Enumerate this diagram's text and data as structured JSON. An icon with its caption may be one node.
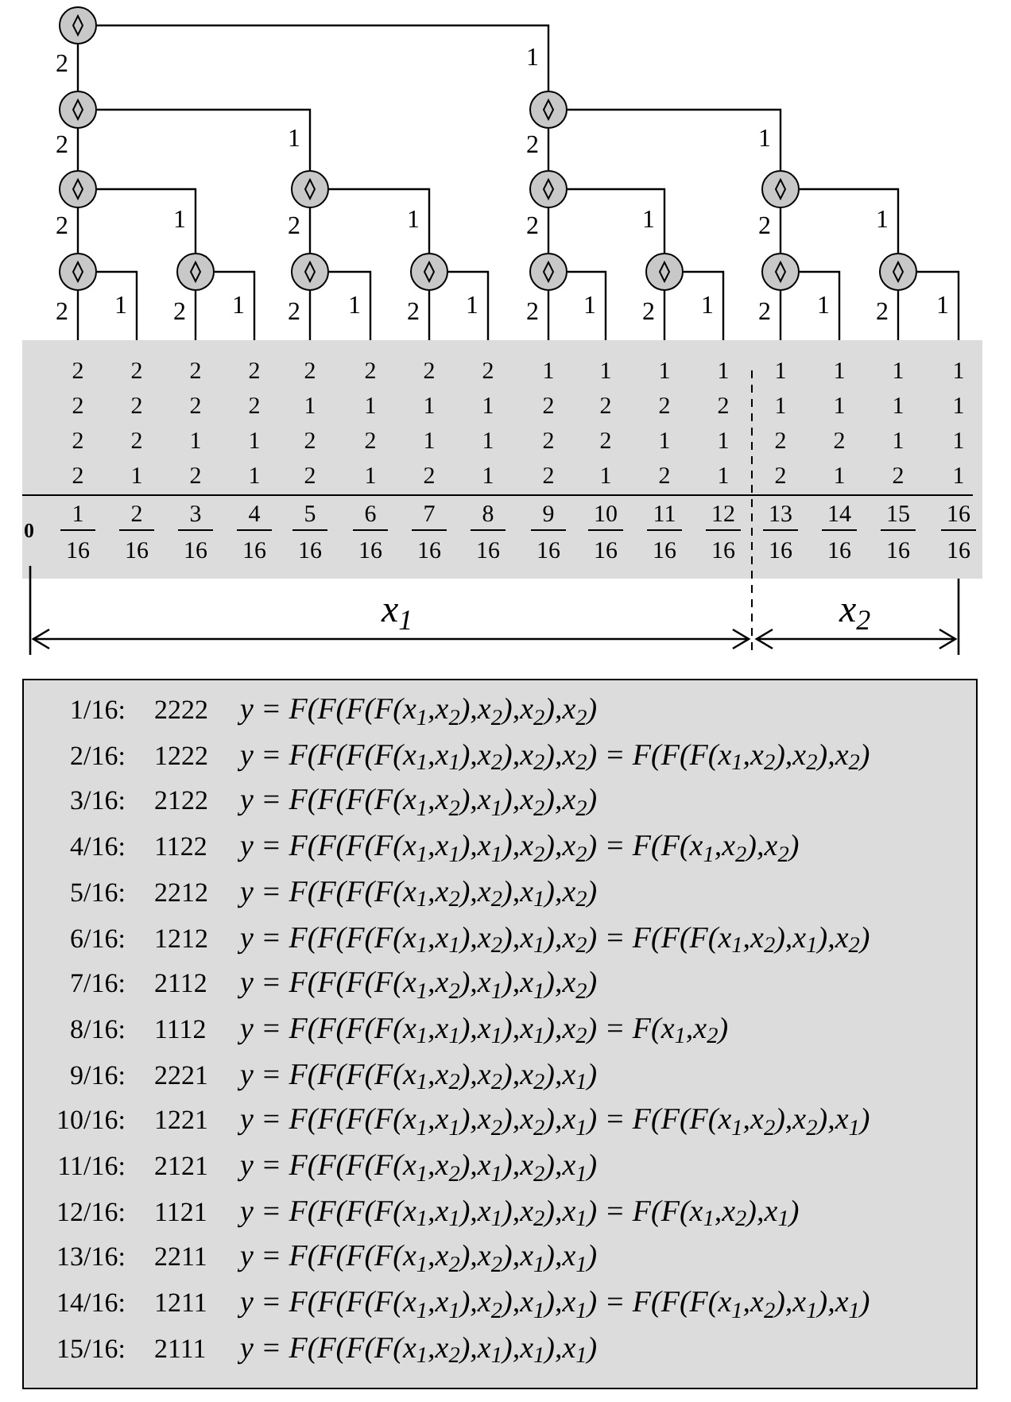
{
  "diagram": {
    "nodes": [
      {
        "text": [],
        "shape": "circle"
      },
      {
        "text": [],
        "shape": "circle"
      },
      {
        "text": [],
        "shape": "circle"
      },
      {
        "text": [],
        "shape": "circle"
      },
      {
        "text": [],
        "shape": "circle"
      },
      {
        "text": [],
        "shape": "circle"
      },
      {
        "text": [],
        "shape": "circle"
      },
      {
        "text": [],
        "shape": "circle"
      },
      {
        "text": [],
        "shape": "circle"
      },
      {
        "text": [],
        "shape": "circle"
      },
      {
        "text": [],
        "shape": "circle"
      },
      {
        "text": [],
        "shape": "circle"
      },
      {
        "text": [],
        "shape": "circle"
      },
      {
        "text": [],
        "shape": "circle"
      },
      {
        "text": [],
        "shape": "circle"
      },
      {
        "text": [
          "2",
          "2",
          "2",
          "2",
          "2",
          "2",
          "2",
          "2",
          "1",
          "1",
          "1",
          "1",
          "1",
          "1",
          "1",
          "1",
          "2",
          "2",
          "2",
          "2",
          "1",
          "1",
          "1",
          "1",
          "2",
          "2",
          "2",
          "2",
          "1",
          "1",
          "1",
          "1",
          "2",
          "2",
          "1",
          "1",
          "2",
          "2",
          "1",
          "1",
          "2",
          "2",
          "1",
          "1",
          "2",
          "2",
          "1",
          "1",
          "2",
          "1",
          "2",
          "1",
          "2",
          "1",
          "2",
          "1",
          "2",
          "1",
          "2",
          "1",
          "2",
          "1",
          "2",
          "1",
          "0",
          "1",
          "16",
          "2",
          "16",
          "3",
          "16",
          "4",
          "16",
          "5",
          "16",
          "6",
          "16",
          "7",
          "16",
          "8",
          "16",
          "9",
          "16",
          "10",
          "16",
          "11",
          "16",
          "12",
          "16",
          "13",
          "16",
          "14",
          "16",
          "15",
          "16",
          "16",
          "16"
        ]
      },
      {
        "text": [
          "1/16:",
          "2222",
          "y = F(F(F(F(x$_{1}$,x$_{2}$),x$_{2}$),x$_{2}$),x$_{2}$)",
          "2/16:",
          "1222",
          "y = F(F(F(F(x$_{1}$,x$_{1}$),x$_{2}$),x$_{2}$),x$_{2}$) = F(F(F(x$_{1}$,x$_{2}$),x$_{2}$),x$_{2}$)",
          "3/16:",
          "2122",
          "y = F(F(F(F(x$_{1}$,x$_{2}$),x$_{1}$),x$_{2}$),x$_{2}$)",
          "4/16:",
          "1122",
          "y = F(F(F(F(x$_{1}$,x$_{1}$),x$_{1}$),x$_{2}$),x$_{2}$) = F(F(x$_{1}$,x$_{2}$),x$_{2}$)",
          "5/16:",
          "2212",
          "y = F(F(F(F(x$_{1}$,x$_{2}$),x$_{2}$),x$_{1}$),x$_{2}$)",
          "6/16:",
          "1212",
          "y = F(F(F(F(x$_{1}$,x$_{1}$),x$_{2}$),x$_{1}$),x$_{2}$) = F(F(F(x$_{1}$,x$_{2}$),x$_{1}$),x$_{2}$)",
          "7/16:",
          "2112",
          "y = F(F(F(F(x$_{1}$,x$_{2}$),x$_{1}$),x$_{1}$),x$_{2}$)",
          "8/16:",
          "1112",
          "y = F(F(F(F(x$_{1}$,x$_{1}$),x$_{1}$),x$_{1}$),x$_{2}$) = F(x$_{1}$,x$_{2}$)",
          "9/16:",
          "2221",
          "y = F(F(F(F(x$_{1}$,x$_{2}$),x$_{2}$),x$_{2}$),x$_{1}$)",
          "10/16:",
          "1221",
          "y = F(F(F(F(x$_{1}$,x$_{1}$),x$_{2}$),x$_{2}$),x$_{1}$) = F(F(F(x$_{1}$,x$_{2}$),x$_{2}$),x$_{1}$)",
          "11/16:",
          "2121",
          "y = F(F(F(F(x$_{1}$,x$_{2}$),x$_{1}$),x$_{2}$),x$_{1}$)",
          "12/16:",
          "1121",
          "y = F(F(F(F(x$_{1}$,x$_{1}$),x$_{1}$),x$_{2}$),x$_{1}$) = F(F(x$_{1}$,x$_{2}$),x$_{1}$)",
          "13/16:",
          "2211",
          "y = F(F(F(F(x$_{1}$,x$_{2}$),x$_{2}$),x$_{1}$),x$_{1}$)",
          "14/16:",
          "1211",
          "y = F(F(F(F(x$_{1}$,x$_{1}$),x$_{2}$),x$_{1}$),x$_{1}$) = F(F(F(x$_{1}$,x$_{2}$),x$_{1}$),x$_{1}$)",
          "15/16:",
          "2111",
          "y = F(F(F(F(x$_{1}$,x$_{2}$),x$_{1}$),x$_{1}$),x$_{1}$)"
        ]
      }
    ],
    "edges": [
      {
        "from": 0,
        "to": 1,
        "arrow": "none",
        "label": "2"
      },
      {
        "from": 0,
        "to": 2,
        "arrow": "none",
        "label": "1"
      },
      {
        "from": 1,
        "to": 3,
        "arrow": "none",
        "label": "2"
      },
      {
        "from": 1,
        "to": 4,
        "arrow": "none",
        "label": "1"
      },
      {
        "from": 2,
        "to": 5,
        "arrow": "none",
        "label": "2"
      },
      {
        "from": 2,
        "to": 6,
        "arrow": "none",
        "label": "1"
      },
      {
        "from": 3,
        "to": 7,
        "arrow": "none",
        "label": "2"
      },
      {
        "from": 3,
        "to": 8,
        "arrow": "none",
        "label": "1"
      },
      {
        "from": 4,
        "to": 9,
        "arrow": "none",
        "label": "2"
      },
      {
        "from": 4,
        "to": 10,
        "arrow": "none",
        "label": "1"
      },
      {
        "from": 5,
        "to": 11,
        "arrow": "none",
        "label": "2"
      },
      {
        "from": 5,
        "to": 12,
        "arrow": "none",
        "label": "1"
      },
      {
        "from": 6,
        "to": 13,
        "arrow": "none",
        "label": "2"
      },
      {
        "from": 6,
        "to": 14,
        "arrow": "none",
        "label": "1"
      },
      {
        "from": 7,
        "to": 15,
        "arrow": "none",
        "label": "2"
      },
      {
        "from": 7,
        "to": 15,
        "arrow": "none",
        "label": "1"
      },
      {
        "from": 8,
        "to": 15,
        "arrow": "none",
        "label": "2"
      },
      {
        "from": 8,
        "to": 15,
        "arrow": "none",
        "label": "1"
      },
      {
        "from": 9,
        "to": 15,
        "arrow": "none",
        "label": "2"
      },
      {
        "from": 9,
        "to": 15,
        "arrow": "none",
        "label": "1"
      },
      {
        "from": 10,
        "to": 15,
        "arrow": "none",
        "label": "2"
      },
      {
        "from": 10,
        "to": 15,
        "arrow": "none",
        "label": "1"
      },
      {
        "from": 11,
        "to": 15,
        "arrow": "none",
        "label": "2"
      },
      {
        "from": 11,
        "to": 15,
        "arrow": "none",
        "label": "1"
      },
      {
        "from": 12,
        "to": 15,
        "arrow": "none",
        "label": "2"
      },
      {
        "from": 12,
        "to": 15,
        "arrow": "none",
        "label": "1"
      },
      {
        "from": 13,
        "to": 15,
        "arrow": "none",
        "label": "2"
      },
      {
        "from": 13,
        "to": 15,
        "arrow": "none",
        "label": "1"
      },
      {
        "from": 14,
        "to": 15,
        "arrow": "none",
        "label": "2"
      },
      {
        "from": 14,
        "to": 15,
        "arrow": "none",
        "label": "1"
      }
    ],
    "labels": [
      "x$_{1}$",
      "x$_{2}$"
    ]
  }
}
